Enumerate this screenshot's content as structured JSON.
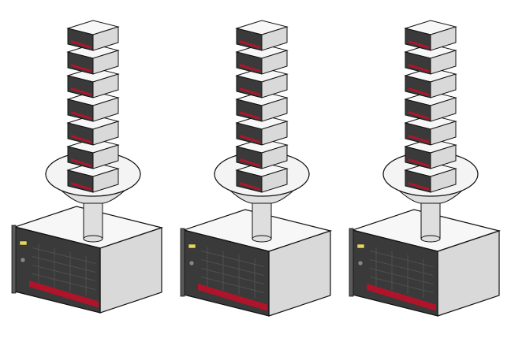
{
  "diagram": {
    "description_visible_text": "",
    "groups": [
      {
        "id": "group-1",
        "small_servers": 7,
        "funnel": true,
        "large_server": true
      },
      {
        "id": "group-2",
        "small_servers": 7,
        "funnel": true,
        "large_server": true
      },
      {
        "id": "group-3",
        "small_servers": 7,
        "funnel": true,
        "large_server": true
      }
    ],
    "colors": {
      "server_top": "#f7f7f7",
      "server_side": "#d9d9d9",
      "server_front": "#3a3a3a",
      "server_accent": "#b0142a",
      "funnel_fill": "#dedede",
      "funnel_rim": "#f4f4f4",
      "outline": "#111111",
      "led_yellow": "#e8d75a"
    }
  }
}
